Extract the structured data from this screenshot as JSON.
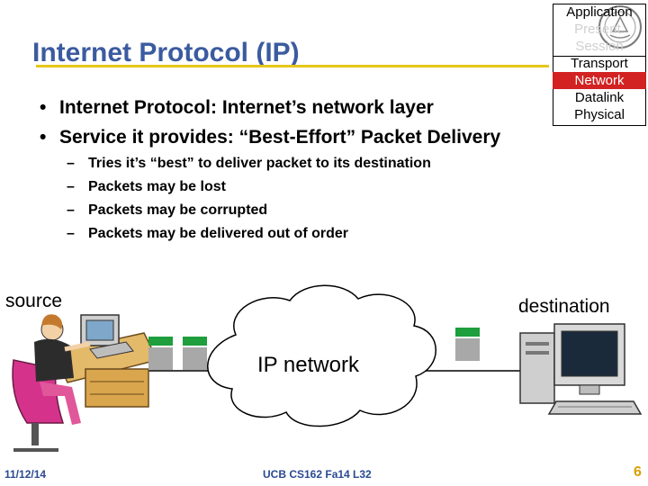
{
  "slide": {
    "title": "Internet Protocol (IP)",
    "bullets": [
      "Internet Protocol: Internet’s network layer",
      "Service it provides: “Best-Effort” Packet Delivery"
    ],
    "bullet_marker": "•",
    "sub_marker": "–",
    "sub_bullets": [
      "Tries it’s “best” to deliver packet to its destination",
      "Packets may be lost",
      "Packets may be corrupted",
      "Packets may be delivered out of order"
    ]
  },
  "layer_stack": {
    "layers": [
      "Application",
      "Present.",
      "Session",
      "Transport",
      "Network",
      "Datalink",
      "Physical"
    ],
    "highlighted": "Network",
    "highlight_color": "#d22222"
  },
  "diagram": {
    "source_label": "source",
    "destination_label": "destination",
    "cloud_label": "IP network",
    "packet_header_color": "#1e9e3c",
    "packet_body_color": "#a8a8a8"
  },
  "footer": {
    "date": "11/12/14",
    "course": "UCB CS162 Fa14 L32",
    "page": "6"
  },
  "colors": {
    "title": "#3b5ba0",
    "title_rule": "#e6c619"
  }
}
